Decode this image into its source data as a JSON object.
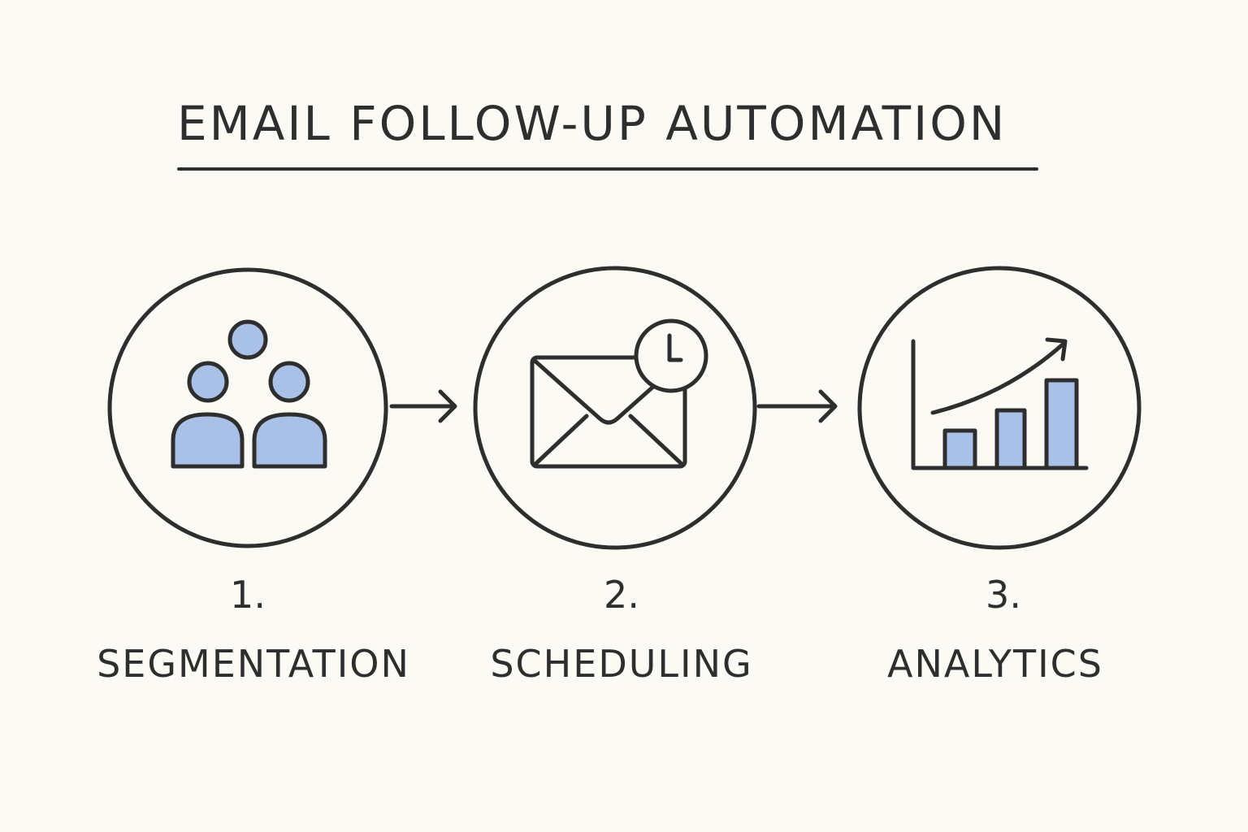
{
  "title": "EMAIL FOLLOW-UP AUTOMATION",
  "colors": {
    "ink": "#2e2e2e",
    "fill": "#a9c1e6",
    "background": "#fbfaf5"
  },
  "steps": [
    {
      "number": "1.",
      "label": "SEGMENTATION",
      "icon": "people-group-icon"
    },
    {
      "number": "2.",
      "label": "SCHEDULING",
      "icon": "email-clock-icon"
    },
    {
      "number": "3.",
      "label": "ANALYTICS",
      "icon": "bar-chart-trend-icon"
    }
  ]
}
